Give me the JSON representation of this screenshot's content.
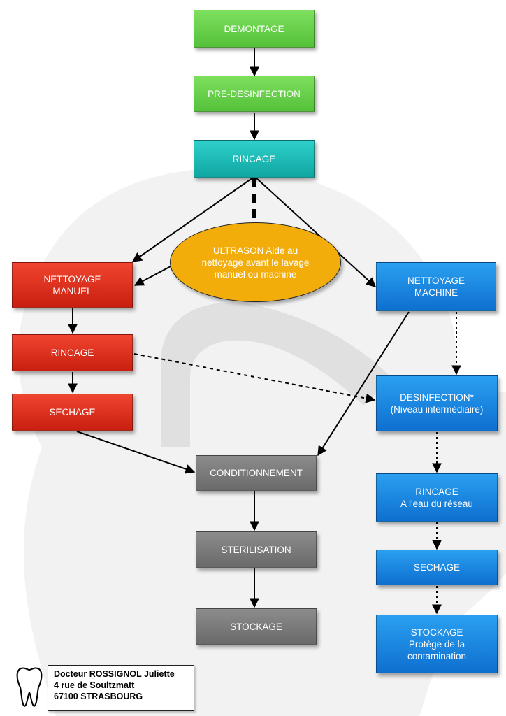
{
  "steps": {
    "demontage": "DEMONTAGE",
    "pre_desinfection": "PRE-DESINFECTION",
    "rincage_top": "RINCAGE",
    "ultrason": "ULTRASON Aide au\nnettoyage avant le lavage\nmanuel ou machine",
    "nettoyage_manuel": "NETTOYAGE\nMANUEL",
    "nettoyage_machine": "NETTOYAGE\nMACHINE",
    "rincage_left": "RINCAGE",
    "sechage_left": "SECHAGE",
    "desinfection": "DESINFECTION*\n(Niveau intermédiaire)",
    "conditionnement": "CONDITIONNEMENT",
    "rincage_right": "RINCAGE\nA l'eau du réseau",
    "sterilisation": "STERILISATION",
    "sechage_right": "SECHAGE",
    "stockage_center": "STOCKAGE",
    "stockage_right": "STOCKAGE\nProtège de la\ncontamination"
  },
  "doctor": {
    "name": "Docteur ROSSIGNOL Juliette",
    "street": "4 rue de Soultzmatt",
    "city": "67100 STRASBOURG"
  },
  "icons": {
    "tooth": "tooth-icon",
    "background": "head-silhouette-icon"
  },
  "colors": {
    "green": "#5fcb42",
    "teal": "#19b5b0",
    "red": "#dc3220",
    "blue": "#1a86e0",
    "gray": "#7a7a7a",
    "orange": "#f3ad0b"
  }
}
